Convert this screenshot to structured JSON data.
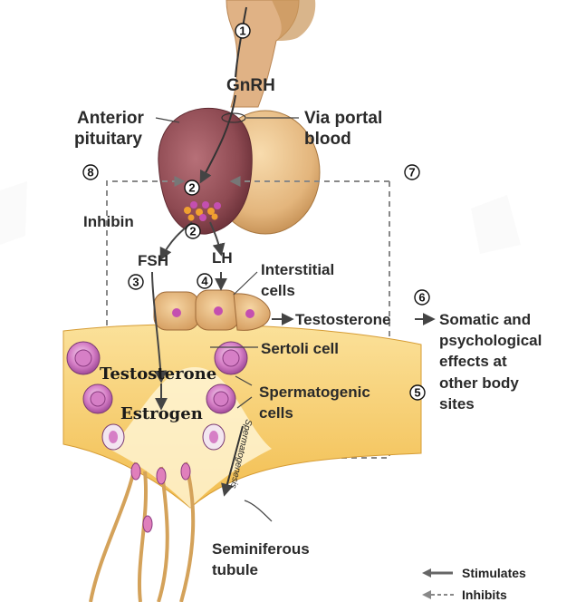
{
  "labels": {
    "gnrh": "GnRH",
    "anterior_pituitary": [
      "Anterior",
      "pituitary"
    ],
    "via_portal_blood": [
      "Via portal",
      "blood"
    ],
    "inhibin": "Inhibin",
    "fsh": "FSH",
    "lh": "LH",
    "interstitial_cells": [
      "Interstitial",
      "cells"
    ],
    "testosterone_right": "Testosterone",
    "somatic_effects": [
      "Somatic and",
      "psychological",
      "effects at",
      "other body",
      "sites"
    ],
    "sertoli_cell": "Sertoli cell",
    "testosterone_inner": "Testosterone",
    "estrogen": "Estrogen",
    "spermatogenic_cells": [
      "Spermatogenic",
      "cells"
    ],
    "spermatogenesis": "Spermatogenesis",
    "seminiferous_tubule": [
      "Seminiferous",
      "tubule"
    ]
  },
  "steps": {
    "s1": "1",
    "s2a": "2",
    "s2b": "2",
    "s3": "3",
    "s4": "4",
    "s5": "5",
    "s6": "6",
    "s7": "7",
    "s8": "8"
  },
  "legend": {
    "stimulates": "Stimulates",
    "inhibits": "Inhibits"
  },
  "colors": {
    "pituitary_anterior": "#8e4a52",
    "pituitary_posterior": "#e8c08a",
    "tubule": "#f5c65e",
    "cell": "#e7b77a",
    "nucleus": "#c44fb0",
    "arrow": "#555555"
  }
}
